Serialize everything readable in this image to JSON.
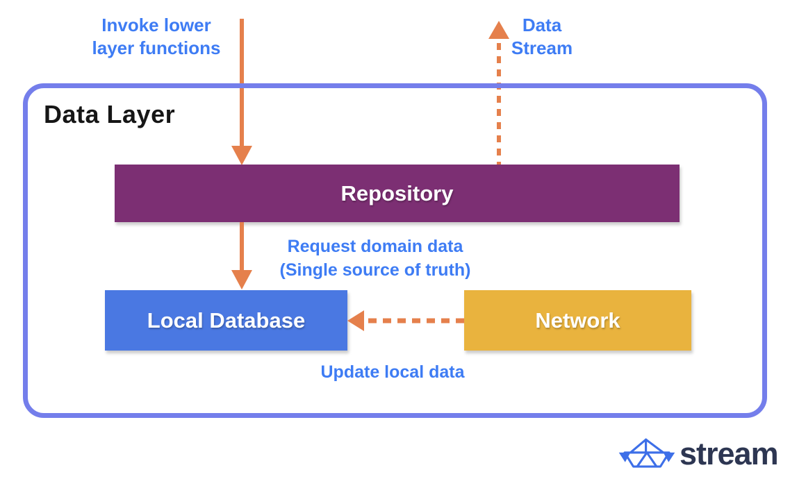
{
  "page": {
    "background": "#FFFFFF"
  },
  "diagram": {
    "container_title": "Data Layer",
    "nodes": [
      {
        "id": "repository",
        "label": "Repository",
        "color": "#7C2F73"
      },
      {
        "id": "local-database",
        "label": "Local Database",
        "color": "#4A78E2"
      },
      {
        "id": "network",
        "label": "Network",
        "color": "#E9B33E"
      }
    ],
    "edges": [
      {
        "id": "invoke-lower-layer",
        "style": "solid",
        "direction": "down",
        "target": "Repository",
        "label_lines": [
          "Invoke lower",
          "layer functions"
        ]
      },
      {
        "id": "data-stream",
        "style": "dashed",
        "direction": "up",
        "source": "Repository",
        "label_lines": [
          "Data",
          "Stream"
        ]
      },
      {
        "id": "request-domain-data",
        "style": "solid",
        "direction": "down",
        "source": "Repository",
        "target": "Local Database",
        "label_lines": [
          "Request domain data",
          "(Single source of truth)"
        ]
      },
      {
        "id": "update-local-data",
        "style": "dashed",
        "direction": "left",
        "source": "Network",
        "target": "Local Database",
        "label_lines": [
          "Update local data"
        ]
      }
    ],
    "colors": {
      "arrow_orange": "#E5804C",
      "edge_label_blue": "#3E7CF4",
      "container_border": "#747EEB",
      "title_text": "#161616",
      "node_text": "#FFFFFF"
    }
  },
  "branding": {
    "logo_text": "stream",
    "logo_text_color": "#2D3652",
    "logo_icon": "paper-boat-icon",
    "logo_icon_color": "#3D6FE8"
  }
}
